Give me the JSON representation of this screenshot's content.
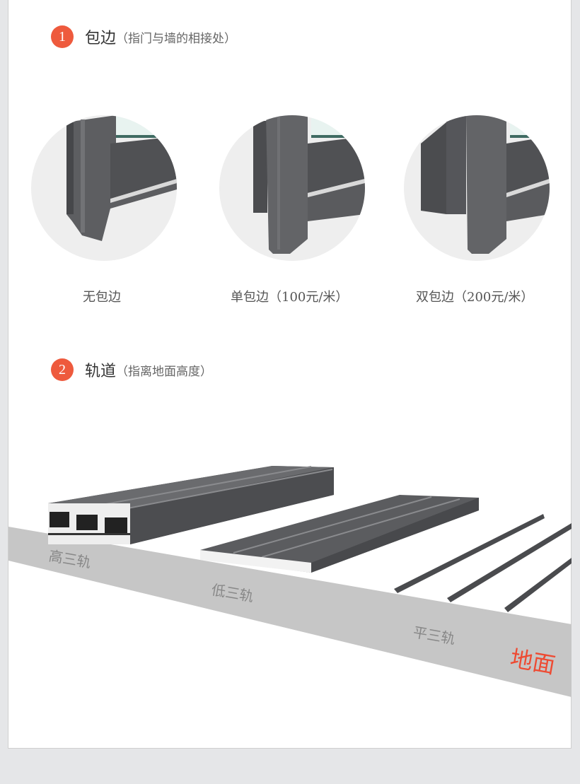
{
  "section1": {
    "number": "1",
    "title": "包边",
    "note": "（指门与墙的相接处）",
    "options": [
      {
        "label": "无包边",
        "icon": "no-edge-wrap-frame-image"
      },
      {
        "label": "单包边（100元/米）",
        "icon": "single-edge-wrap-frame-image"
      },
      {
        "label": "双包边（200元/米）",
        "icon": "double-edge-wrap-frame-image"
      }
    ]
  },
  "section2": {
    "number": "2",
    "title": "轨道",
    "note": "（指离地面高度）",
    "tracks": [
      {
        "label": "高三轨",
        "icon": "high-triple-track-image"
      },
      {
        "label": "低三轨",
        "icon": "low-triple-track-image"
      },
      {
        "label": "平三轨",
        "icon": "flat-triple-track-image"
      }
    ],
    "ground_label": "地面"
  },
  "colors": {
    "accent": "#ee5a3d",
    "ground_text": "#ee4a32",
    "ground": "#c6c6c6",
    "profile": "#5a5a5c",
    "background": "#e5e6e8"
  }
}
